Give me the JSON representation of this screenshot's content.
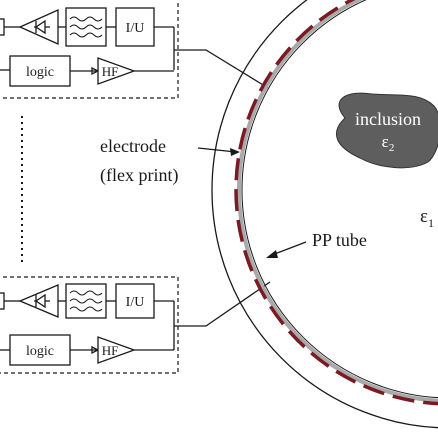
{
  "labels": {
    "iu_top": "I/U",
    "logic_top": "logic",
    "hf_top": "HF",
    "iu_bottom": "I/U",
    "logic_bottom": "logic",
    "hf_bottom": "HF",
    "electrode_line1": "electrode",
    "electrode_line2": "(flex print)",
    "pp_tube": "PP  tube",
    "inclusion": "inclusion",
    "inclusion_eps": "ε",
    "inclusion_eps_sub": "2",
    "outer_eps": "ε",
    "outer_eps_sub": "1"
  },
  "colors": {
    "line": "#1a1a1a",
    "electrode": "#7a1a22",
    "tube_inner": "#a9a9a9",
    "inclusion_fill": "#5e5e5e",
    "inclusion_text": "#ffffff"
  },
  "icons": {
    "diode": "diode-amplifier-icon",
    "filter": "bandpass-filter-icon",
    "hf_amp": "triangle-amplifier-icon"
  }
}
